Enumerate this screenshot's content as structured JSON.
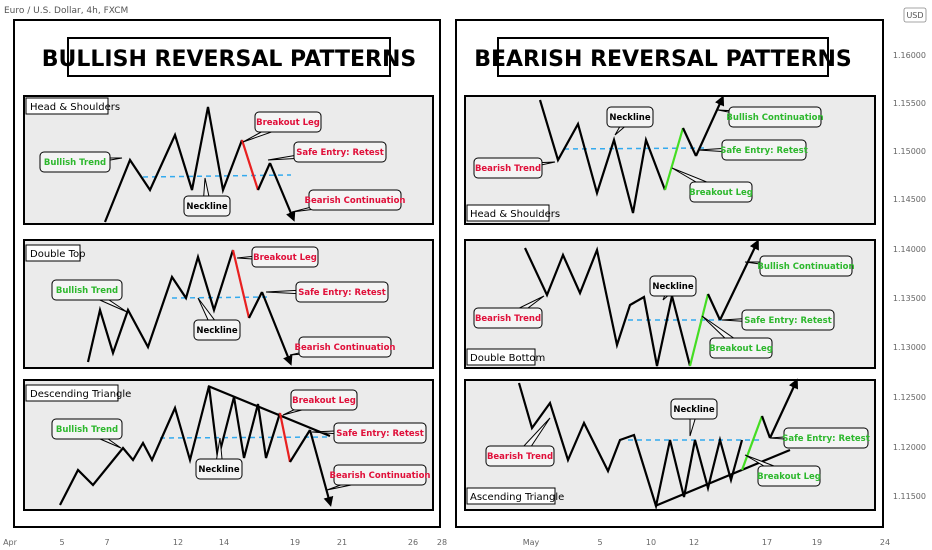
{
  "header": {
    "symbol": "Euro / U.S. Dollar, 4h, FXCM"
  },
  "price_axis": {
    "currency": "USD",
    "ticks": [
      "1.16000",
      "1.15500",
      "1.15000",
      "1.14500",
      "1.14000",
      "1.13500",
      "1.13000",
      "1.12500",
      "1.12000",
      "1.11500"
    ]
  },
  "time_axis": {
    "ticks": [
      "Apr",
      "5",
      "7",
      "12",
      "14",
      "19",
      "21",
      "26",
      "28",
      "May",
      "5",
      "10",
      "12",
      "17",
      "19",
      "24"
    ]
  },
  "left_panel": {
    "title": "BULLISH REVERSAL PATTERNS",
    "sections": [
      {
        "name": "Head & Shoulders",
        "trend": "Bullish Trend",
        "neckline": "Neckline",
        "breakout": "Breakout Leg",
        "entry": "Safe Entry: Retest",
        "continuation": "Bearish Continuation"
      },
      {
        "name": "Double Top",
        "trend": "Bullish Trend",
        "neckline": "Neckline",
        "breakout": "Breakout Leg",
        "entry": "Safe Entry: Retest",
        "continuation": "Bearish Continuation"
      },
      {
        "name": "Descending Triangle",
        "trend": "Bullish Trend",
        "neckline": "Neckline",
        "breakout": "Breakout Leg",
        "entry": "Safe Entry: Retest",
        "continuation": "Bearish Continuation"
      }
    ]
  },
  "right_panel": {
    "title": "BEARISH REVERSAL PATTERNS",
    "sections": [
      {
        "name": "Head & Shoulders",
        "trend": "Bearish Trend",
        "neckline": "Neckline",
        "breakout": "Breakout Leg",
        "entry": "Safe Entry: Retest",
        "continuation": "Bullish Continuation"
      },
      {
        "name": "Double Bottom",
        "trend": "Bearish Trend",
        "neckline": "Neckline",
        "breakout": "Breakout Leg",
        "entry": "Safe Entry: Retest",
        "continuation": "Bullish Continuation"
      },
      {
        "name": "Ascending Triangle",
        "trend": "Bearish Trend",
        "neckline": "Neckline",
        "breakout": "Breakout Leg",
        "entry": "Safe Entry: Retest",
        "continuation": ""
      }
    ]
  },
  "colors": {
    "bullish_text": "#2eb82e",
    "bearish_text": "#e0103a",
    "neckline": "#33aaee",
    "breakout_bear": "#e82020",
    "breakout_bull": "#44dd22",
    "section_bg": "#ebebeb",
    "callout_bg": "#f4f4f4"
  },
  "chart_data": {
    "type": "line",
    "title": "",
    "panels": [
      {
        "panel": "BULLISH REVERSAL PATTERNS",
        "patterns": [
          "Head & Shoulders",
          "Double Top",
          "Descending Triangle"
        ]
      },
      {
        "panel": "BEARISH REVERSAL PATTERNS",
        "patterns": [
          "Head & Shoulders",
          "Double Bottom",
          "Ascending Triangle"
        ]
      }
    ],
    "y_axis_ticks": [
      1.16,
      1.155,
      1.15,
      1.145,
      1.14,
      1.135,
      1.13,
      1.125,
      1.12,
      1.115
    ],
    "x_axis_ticks": [
      "Apr",
      "5",
      "7",
      "12",
      "14",
      "19",
      "21",
      "26",
      "28",
      "May",
      "5",
      "10",
      "12",
      "17",
      "19",
      "24"
    ]
  }
}
